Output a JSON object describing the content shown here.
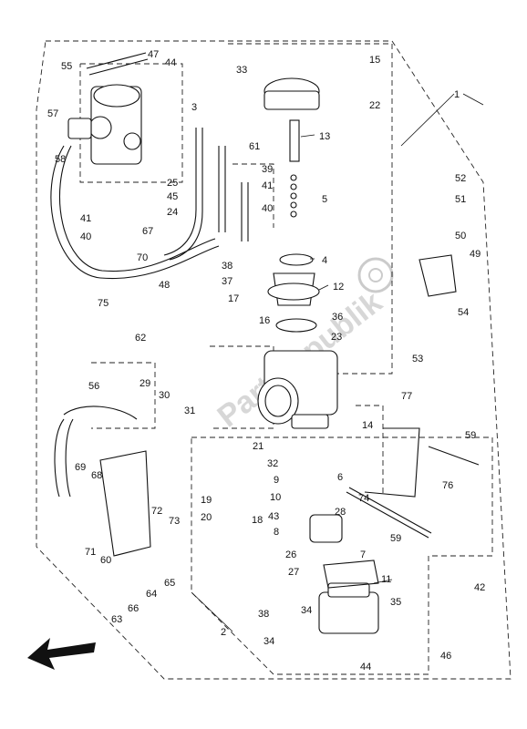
{
  "diagram": {
    "callouts": [
      {
        "id": "c1",
        "text": "1"
      },
      {
        "id": "c2",
        "text": "2"
      },
      {
        "id": "c3",
        "text": "3"
      },
      {
        "id": "c4",
        "text": "4"
      },
      {
        "id": "c5",
        "text": "5"
      },
      {
        "id": "c6",
        "text": "6"
      },
      {
        "id": "c7",
        "text": "7"
      },
      {
        "id": "c8",
        "text": "8"
      },
      {
        "id": "c9",
        "text": "9"
      },
      {
        "id": "c10",
        "text": "10"
      },
      {
        "id": "c11",
        "text": "11"
      },
      {
        "id": "c12",
        "text": "12"
      },
      {
        "id": "c13",
        "text": "13"
      },
      {
        "id": "c14",
        "text": "14"
      },
      {
        "id": "c15",
        "text": "15"
      },
      {
        "id": "c16",
        "text": "16"
      },
      {
        "id": "c17",
        "text": "17"
      },
      {
        "id": "c18",
        "text": "18"
      },
      {
        "id": "c19",
        "text": "19"
      },
      {
        "id": "c20",
        "text": "20"
      },
      {
        "id": "c21",
        "text": "21"
      },
      {
        "id": "c22",
        "text": "22"
      },
      {
        "id": "c23",
        "text": "23"
      },
      {
        "id": "c24",
        "text": "24"
      },
      {
        "id": "c25",
        "text": "25"
      },
      {
        "id": "c26",
        "text": "26"
      },
      {
        "id": "c27",
        "text": "27"
      },
      {
        "id": "c28",
        "text": "28"
      },
      {
        "id": "c29",
        "text": "29"
      },
      {
        "id": "c30",
        "text": "30"
      },
      {
        "id": "c31",
        "text": "31"
      },
      {
        "id": "c32",
        "text": "32"
      },
      {
        "id": "c33",
        "text": "33"
      },
      {
        "id": "c34a",
        "text": "34"
      },
      {
        "id": "c34b",
        "text": "34"
      },
      {
        "id": "c35",
        "text": "35"
      },
      {
        "id": "c36",
        "text": "36"
      },
      {
        "id": "c37",
        "text": "37"
      },
      {
        "id": "c38a",
        "text": "38"
      },
      {
        "id": "c38b",
        "text": "38"
      },
      {
        "id": "c39",
        "text": "39"
      },
      {
        "id": "c40a",
        "text": "40"
      },
      {
        "id": "c40b",
        "text": "40"
      },
      {
        "id": "c41a",
        "text": "41"
      },
      {
        "id": "c41b",
        "text": "41"
      },
      {
        "id": "c42",
        "text": "42"
      },
      {
        "id": "c43",
        "text": "43"
      },
      {
        "id": "c44a",
        "text": "44"
      },
      {
        "id": "c44b",
        "text": "44"
      },
      {
        "id": "c45",
        "text": "45"
      },
      {
        "id": "c46",
        "text": "46"
      },
      {
        "id": "c47",
        "text": "47"
      },
      {
        "id": "c48",
        "text": "48"
      },
      {
        "id": "c49",
        "text": "49"
      },
      {
        "id": "c50",
        "text": "50"
      },
      {
        "id": "c51",
        "text": "51"
      },
      {
        "id": "c52",
        "text": "52"
      },
      {
        "id": "c53",
        "text": "53"
      },
      {
        "id": "c54",
        "text": "54"
      },
      {
        "id": "c55",
        "text": "55"
      },
      {
        "id": "c56",
        "text": "56"
      },
      {
        "id": "c57",
        "text": "57"
      },
      {
        "id": "c58",
        "text": "58"
      },
      {
        "id": "c59a",
        "text": "59"
      },
      {
        "id": "c59b",
        "text": "59"
      },
      {
        "id": "c60",
        "text": "60"
      },
      {
        "id": "c61",
        "text": "61"
      },
      {
        "id": "c62",
        "text": "62"
      },
      {
        "id": "c63",
        "text": "63"
      },
      {
        "id": "c64",
        "text": "64"
      },
      {
        "id": "c65",
        "text": "65"
      },
      {
        "id": "c66",
        "text": "66"
      },
      {
        "id": "c67",
        "text": "67"
      },
      {
        "id": "c68",
        "text": "68"
      },
      {
        "id": "c69",
        "text": "69"
      },
      {
        "id": "c70",
        "text": "70"
      },
      {
        "id": "c71",
        "text": "71"
      },
      {
        "id": "c72",
        "text": "72"
      },
      {
        "id": "c73",
        "text": "73"
      },
      {
        "id": "c74",
        "text": "74"
      },
      {
        "id": "c75",
        "text": "75"
      },
      {
        "id": "c76",
        "text": "76"
      },
      {
        "id": "c77",
        "text": "77"
      }
    ],
    "watermark": "Partsrepublik",
    "colors": {
      "line": "#111111",
      "background": "#ffffff",
      "watermark": "#b8b8b8"
    },
    "icons": {
      "direction": "front-direction-arrow-icon",
      "watermark_gear": "gear-watermark-icon"
    }
  }
}
